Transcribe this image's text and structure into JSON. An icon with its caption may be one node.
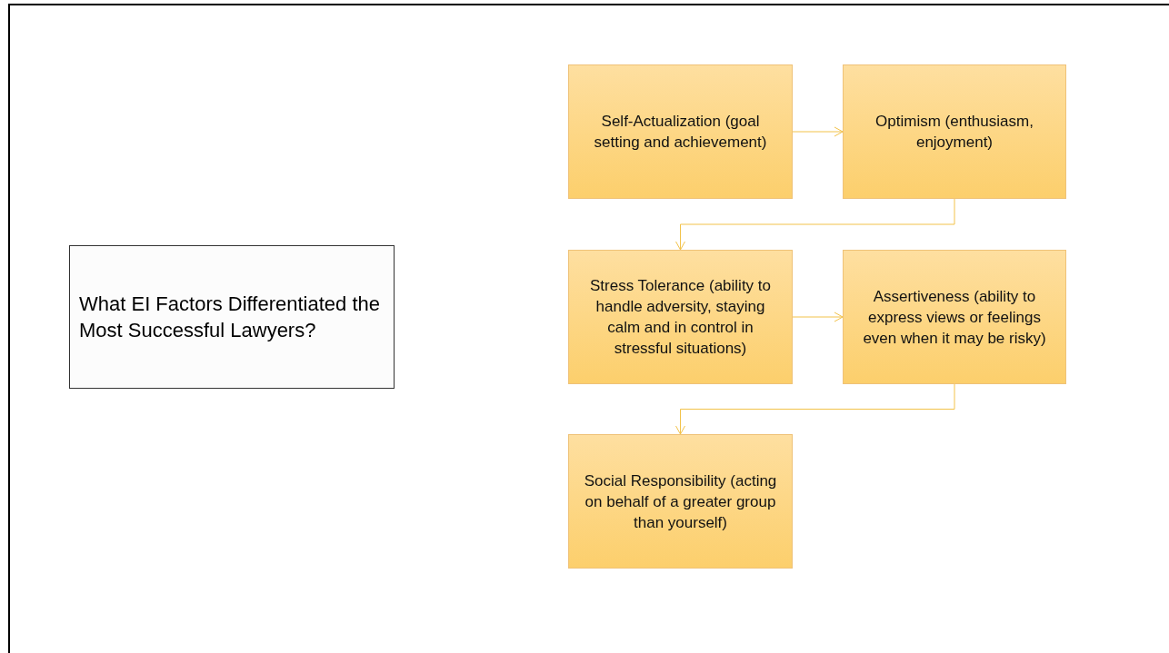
{
  "diagram": {
    "nodes": [
      {
        "text": [
          "What EI Factors Differentiated the Most Successful Lawyers?"
        ]
      },
      {
        "text": [
          "Self-Actualization (goal setting and achievement)"
        ]
      },
      {
        "text": [
          "Optimism (enthusiasm, enjoyment)"
        ]
      },
      {
        "text": [
          "Stress Tolerance (ability to handle adversity, staying calm and in control in stressful situations)"
        ]
      },
      {
        "text": [
          "Assertiveness (ability to express views or feelings even when it may be risky)"
        ]
      },
      {
        "text": [
          "Social Responsibility (acting on behalf of a greater group than yourself)"
        ]
      }
    ],
    "edges": [
      {
        "from": 1,
        "to": 2,
        "arrow": "to"
      },
      {
        "from": 2,
        "to": 3,
        "arrow": "to"
      },
      {
        "from": 3,
        "to": 4,
        "arrow": "to"
      },
      {
        "from": 4,
        "to": 5,
        "arrow": "to"
      }
    ]
  }
}
